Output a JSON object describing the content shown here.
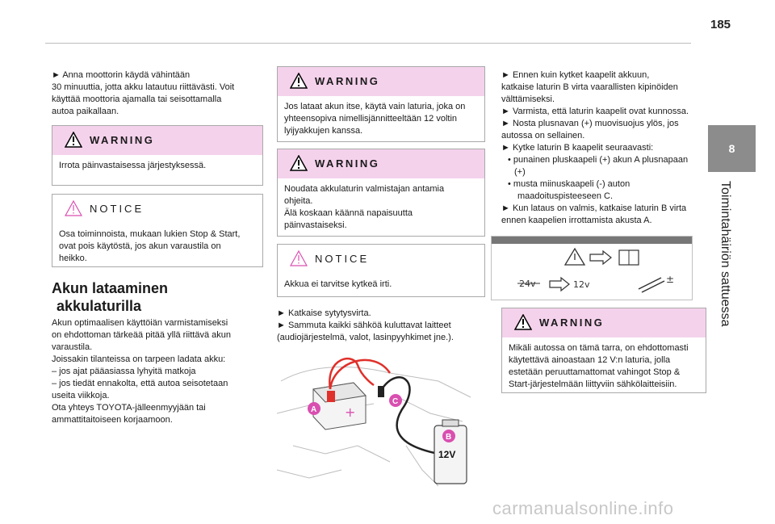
{
  "page_number": "185",
  "chapter_tab": "8",
  "chapter_title": "Toimintahäiriön sattuessa",
  "col1": {
    "intro": [
      "► Anna moottorin käydä vähintään",
      "30 minuuttia, jotta akku latautuu riittävästi. Voit",
      "käyttää moottoria ajamalla tai seisottamalla",
      "autoa paikallaan."
    ],
    "warning1": {
      "label": "WARNING",
      "text": "Irrota päinvastaisessa järjestyksessä."
    },
    "notice1": {
      "label": "NOTICE",
      "lines": [
        "Osa toiminnoista, mukaan lukien Stop & Start,",
        "ovat pois käytöstä, jos akun varaustila on",
        "heikko."
      ]
    },
    "heading": [
      "Akun lataaminen",
      "akkulaturilla"
    ],
    "body": [
      "Akun optimaalisen käyttöiän varmistamiseksi",
      "on ehdottoman tärkeää pitää yllä riittävä akun",
      "varaustila.",
      "Joissakin tilanteissa on tarpeen ladata akku:",
      "–  jos ajat pääasiassa lyhyitä matkoja",
      "–  jos tiedät ennakolta, että autoa seisotetaan",
      "useita viikkoja.",
      "Ota yhteys TOYOTA-jälleenmyyjään tai",
      "ammattitaitoiseen korjaamoon."
    ]
  },
  "col2": {
    "warning2": {
      "label": "WARNING",
      "lines": [
        "Jos lataat akun itse, käytä vain laturia, joka on",
        "yhteensopiva nimellisjännitteeltään 12 voltin",
        "lyijyakkujen kanssa."
      ]
    },
    "warning3": {
      "label": "WARNING",
      "lines": [
        "Noudata akkulaturin valmistajan antamia",
        "ohjeita.",
        "Älä koskaan käännä napaisuutta",
        "päinvastaiseksi."
      ]
    },
    "notice2": {
      "label": "NOTICE",
      "text": "Akkua ei tarvitse kytkeä irti."
    },
    "steps": [
      "► Katkaise sytytysvirta.",
      "► Sammuta kaikki sähköä kuluttavat laitteet",
      "(audiojärjestelmä, valot, lasinpyyhkimet jne.)."
    ],
    "illustration": {
      "marker_a": "A",
      "marker_b": "B",
      "marker_c": "C",
      "charger_voltage": "12V"
    }
  },
  "col3": {
    "lines": [
      "► Ennen kuin kytket kaapelit akkuun,",
      "katkaise laturin B virta vaarallisten kipinöiden",
      "välttämiseksi.",
      "► Varmista, että laturin kaapelit ovat kunnossa.",
      "► Nosta plusnavan (+) muovisuojus ylös, jos",
      "autossa on sellainen.",
      "► Kytke laturin B kaapelit seuraavasti:",
      "• punainen pluskaapeli (+) akun A plusnapaan",
      "(+)",
      "• musta miinuskaapeli (-) auton",
      "maadoituspisteeseen C.",
      "► Kun lataus on valmis, katkaise laturin B virta",
      "ennen kaapelien irrottamista akusta A."
    ],
    "label_panel": {
      "volt_crossed": "24v",
      "volt_ok": "12v"
    },
    "warning4": {
      "label": "WARNING",
      "lines": [
        "Mikäli autossa on tämä tarra, on ehdottomasti",
        "käytettävä ainoastaan 12 V:n laturia, jolla",
        "estetään peruuttamattomat vahingot Stop &",
        "Start-järjestelmään liittyviin sähkölaitteisiin."
      ]
    }
  },
  "watermark": "carmanualsonline.info",
  "colors": {
    "warning_band": "#f5d2ec",
    "marker": "#d94fb0",
    "tab": "#8c8c8c"
  }
}
